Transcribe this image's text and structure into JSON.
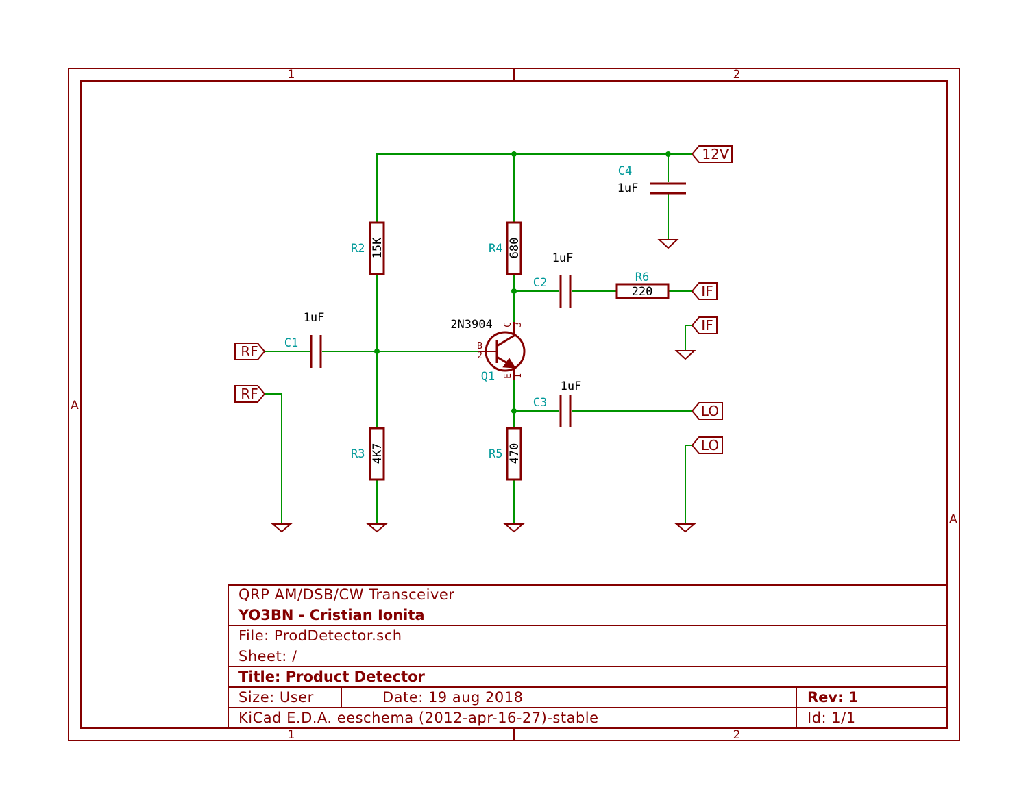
{
  "frame": {
    "zones_top": [
      "1",
      "2"
    ],
    "zones_bottom": [
      "1",
      "2"
    ],
    "rows_left": [
      "A"
    ],
    "rows_right": [
      "A"
    ]
  },
  "ports": {
    "v12": "12V",
    "if_out": "IF",
    "if_gnd": "IF",
    "rf_in": "RF",
    "rf_gnd": "RF",
    "lo_in": "LO",
    "lo_gnd": "LO"
  },
  "components": {
    "c1": {
      "ref": "C1",
      "value": "1uF"
    },
    "c2": {
      "ref": "C2",
      "value": "1uF"
    },
    "c3": {
      "ref": "C3",
      "value": "1uF"
    },
    "c4": {
      "ref": "C4",
      "value": "1uF"
    },
    "r2": {
      "ref": "R2",
      "value": "15K"
    },
    "r3": {
      "ref": "R3",
      "value": "4K7"
    },
    "r4": {
      "ref": "R4",
      "value": "680"
    },
    "r5": {
      "ref": "R5",
      "value": "470"
    },
    "r6": {
      "ref": "R6",
      "value": "220"
    },
    "q1": {
      "ref": "Q1",
      "value": "2N3904",
      "pin_c_name": "C",
      "pin_c_num": "3",
      "pin_b_name": "B",
      "pin_b_num": "2",
      "pin_e_name": "E",
      "pin_e_num": "1"
    }
  },
  "title_block": {
    "project": "QRP AM/DSB/CW Transceiver",
    "author": "YO3BN - Cristian Ionita",
    "file": "File: ProdDetector.sch",
    "sheet": "Sheet: /",
    "title": "Title: Product Detector",
    "size": "Size: User",
    "date": "Date: 19 aug 2018",
    "rev": "Rev: 1",
    "tool": "KiCad E.D.A.  eeschema (2012-apr-16-27)-stable",
    "id": "Id: 1/1"
  },
  "colors": {
    "frame": "#840000",
    "wire": "#009400",
    "reference": "#009999",
    "value": "#000000"
  }
}
